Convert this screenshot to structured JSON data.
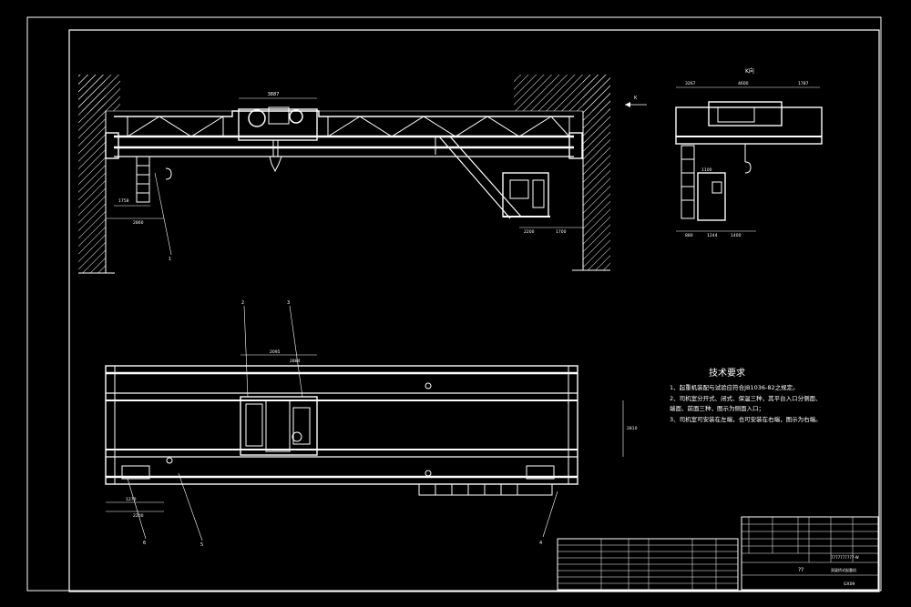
{
  "drawing": {
    "view_k_label": "K向",
    "arrow_k_label": "K",
    "tech_title": "技术要求",
    "tech_notes": [
      "1、起重机装配与试验应符合JB1036-82之规定。",
      "2、司机室分开式、闭式、保温三种，其平台入口分侧面、",
      "端面、前面三种，图示为侧面入口；",
      "3、司机室可安装在左端，也可安装在右端，图示为右端。"
    ],
    "balloons": [
      "1",
      "2",
      "3",
      "4",
      "5",
      "6"
    ],
    "dims": {
      "elevation_trolley": "3887",
      "elevation_left_a": "1758",
      "elevation_left_b": "2860",
      "elevation_right_a": "2200",
      "elevation_right_b": "1700",
      "side_top_a": "3267",
      "side_top_b": "4600",
      "side_top_c": "1787",
      "side_bottom_a": "880",
      "side_bottom_b": "1244",
      "side_bottom_c": "1400",
      "side_mid": "1100",
      "plan_trolley_a": "2095",
      "plan_trolley_b": "2884",
      "plan_height": "2810",
      "plan_left_a": "1270",
      "plan_left_b": "2200"
    },
    "title_block": {
      "drawing_no": "??",
      "header_left": "7777777777-W",
      "name_row": "双梁桥式起重机",
      "scale": "GX09"
    }
  }
}
